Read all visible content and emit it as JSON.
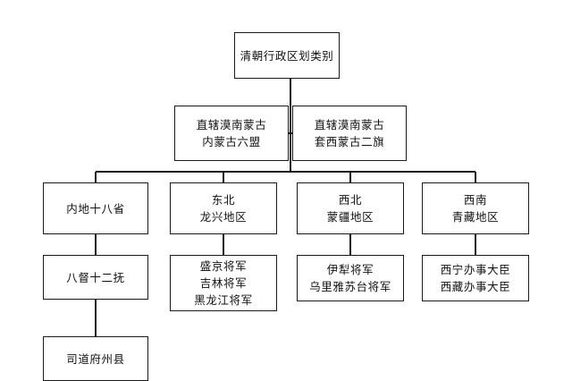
{
  "diagram": {
    "title": "清朝行政区划类别",
    "line_color": "#1b1b1b",
    "background": "#ffffff",
    "root": {
      "label": "清朝行政区划类别"
    },
    "row2": [
      {
        "line1": "直辖漠南蒙古",
        "line2": "内蒙古六盟"
      },
      {
        "line1": "直辖漠南蒙古",
        "line2": "套西蒙古二旗"
      }
    ],
    "row3": [
      {
        "line1": "内地十八省",
        "line2": ""
      },
      {
        "line1": "东北",
        "line2": "龙兴地区"
      },
      {
        "line1": "西北",
        "line2": "蒙疆地区"
      },
      {
        "line1": "西南",
        "line2": "青藏地区"
      }
    ],
    "row4": [
      {
        "line1": "八督十二抚",
        "line2": "",
        "line3": ""
      },
      {
        "line1": "盛京将军",
        "line2": "吉林将军",
        "line3": "黑龙江将军"
      },
      {
        "line1": "伊犁将军",
        "line2": "乌里雅苏台将军",
        "line3": ""
      },
      {
        "line1": "西宁办事大臣",
        "line2": "西藏办事大臣",
        "line3": ""
      }
    ],
    "row5": [
      {
        "line1": "司道府州县"
      }
    ]
  }
}
